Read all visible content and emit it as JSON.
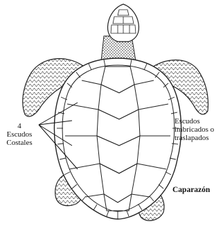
{
  "labels": {
    "costal_count": "4",
    "costal_line1": "Escudos",
    "costal_line2": "Costales",
    "imbricate_line1": "Escudos",
    "imbricate_line2": "imbricados o",
    "imbricate_line3": "traslapados",
    "carapace": "Caparazón"
  },
  "colors": {
    "stroke": "#222222",
    "background": "#ffffff",
    "stipple": "#555555"
  }
}
